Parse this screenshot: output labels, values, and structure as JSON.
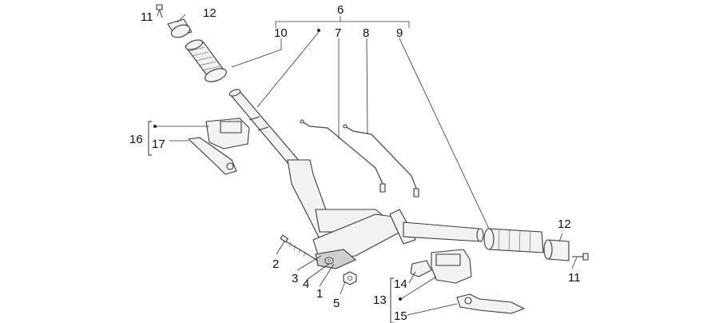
{
  "callouts": {
    "c1": "1",
    "c2": "2",
    "c3": "3",
    "c4": "4",
    "c5": "5",
    "c6": "6",
    "c7": "7",
    "c8": "8",
    "c9": "9",
    "c10": "10",
    "c11_top": "11",
    "c11_bottom": "11",
    "c12_top": "12",
    "c12_right": "12",
    "c13": "13",
    "c14": "14",
    "c15": "15",
    "c16": "16",
    "c17": "17"
  },
  "colors": {
    "line": "#3a3a3a",
    "part_fill": "#f2f2f2",
    "text": "#111111"
  }
}
